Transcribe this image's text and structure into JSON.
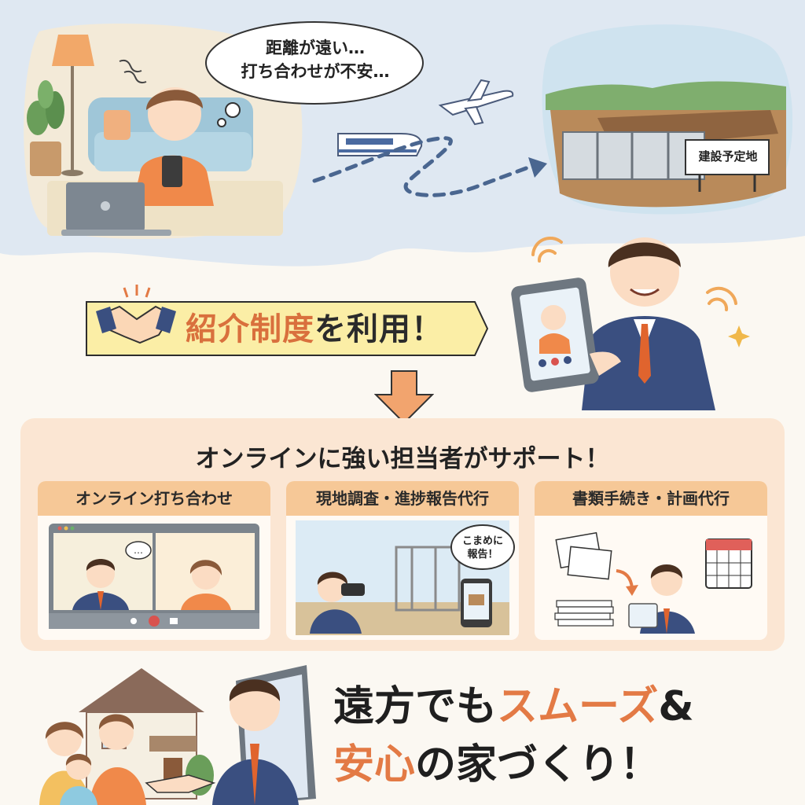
{
  "top": {
    "thought_line1": "距離が遠い…",
    "thought_line2": "打ち合わせが不安…",
    "site_sign": "建設予定地"
  },
  "banner": {
    "highlight": "紹介制度",
    "rest": "を利用！"
  },
  "support": {
    "title": "オンラインに強い担当者がサポート！",
    "cards": [
      {
        "title": "オンライン打ち合わせ"
      },
      {
        "title": "現地調査・進捗報告代行",
        "speech_line1": "こまめに",
        "speech_line2": "報告！"
      },
      {
        "title": "書類手続き・計画代行"
      }
    ]
  },
  "tagline": {
    "line1_dark": "遠方でも",
    "line1_orange": "スムーズ",
    "line1_amp": "&",
    "line2_orange": "安心",
    "line2_dark": "の家づくり！"
  },
  "colors": {
    "accent_orange": "#e37a45",
    "banner_yellow": "#fbeea6",
    "panel_peach": "#fbe6d3",
    "card_header": "#f6c897",
    "sky_blue": "#dfe8f2",
    "suit_navy": "#3a4f80"
  }
}
